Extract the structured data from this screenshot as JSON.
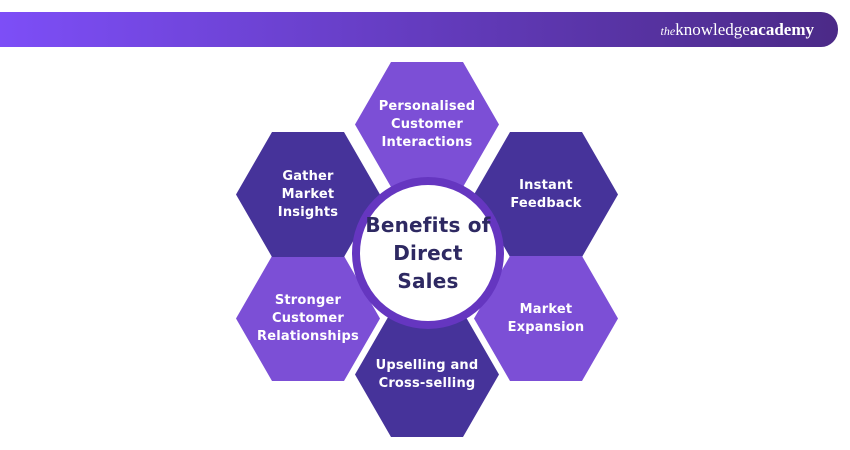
{
  "header": {
    "logo": {
      "the": "the",
      "brand_regular": "knowledge",
      "brand_bold": "academy"
    },
    "gradient_left": "#7D4EF7",
    "gradient_right": "#4B2A87",
    "text_color": "#FFFFFF"
  },
  "diagram": {
    "center": {
      "title": "Benefits of\nDirect Sales",
      "ring_color": "#6536C0",
      "fill_color": "#FFFFFF",
      "text_color": "#2E2962"
    },
    "colors": {
      "light": "#7C4FD6",
      "dark": "#46339A"
    },
    "hexagons": [
      {
        "position": "top",
        "tone": "light",
        "label": "Personalised\nCustomer\nInteractions"
      },
      {
        "position": "top-right",
        "tone": "dark",
        "label": "Instant\nFeedback"
      },
      {
        "position": "bottom-right",
        "tone": "light",
        "label": "Market\nExpansion"
      },
      {
        "position": "bottom",
        "tone": "dark",
        "label": "Upselling and\nCross-selling"
      },
      {
        "position": "bottom-left",
        "tone": "light",
        "label": "Stronger\nCustomer\nRelationships"
      },
      {
        "position": "top-left",
        "tone": "dark",
        "label": "Gather\nMarket\nInsights"
      }
    ]
  }
}
